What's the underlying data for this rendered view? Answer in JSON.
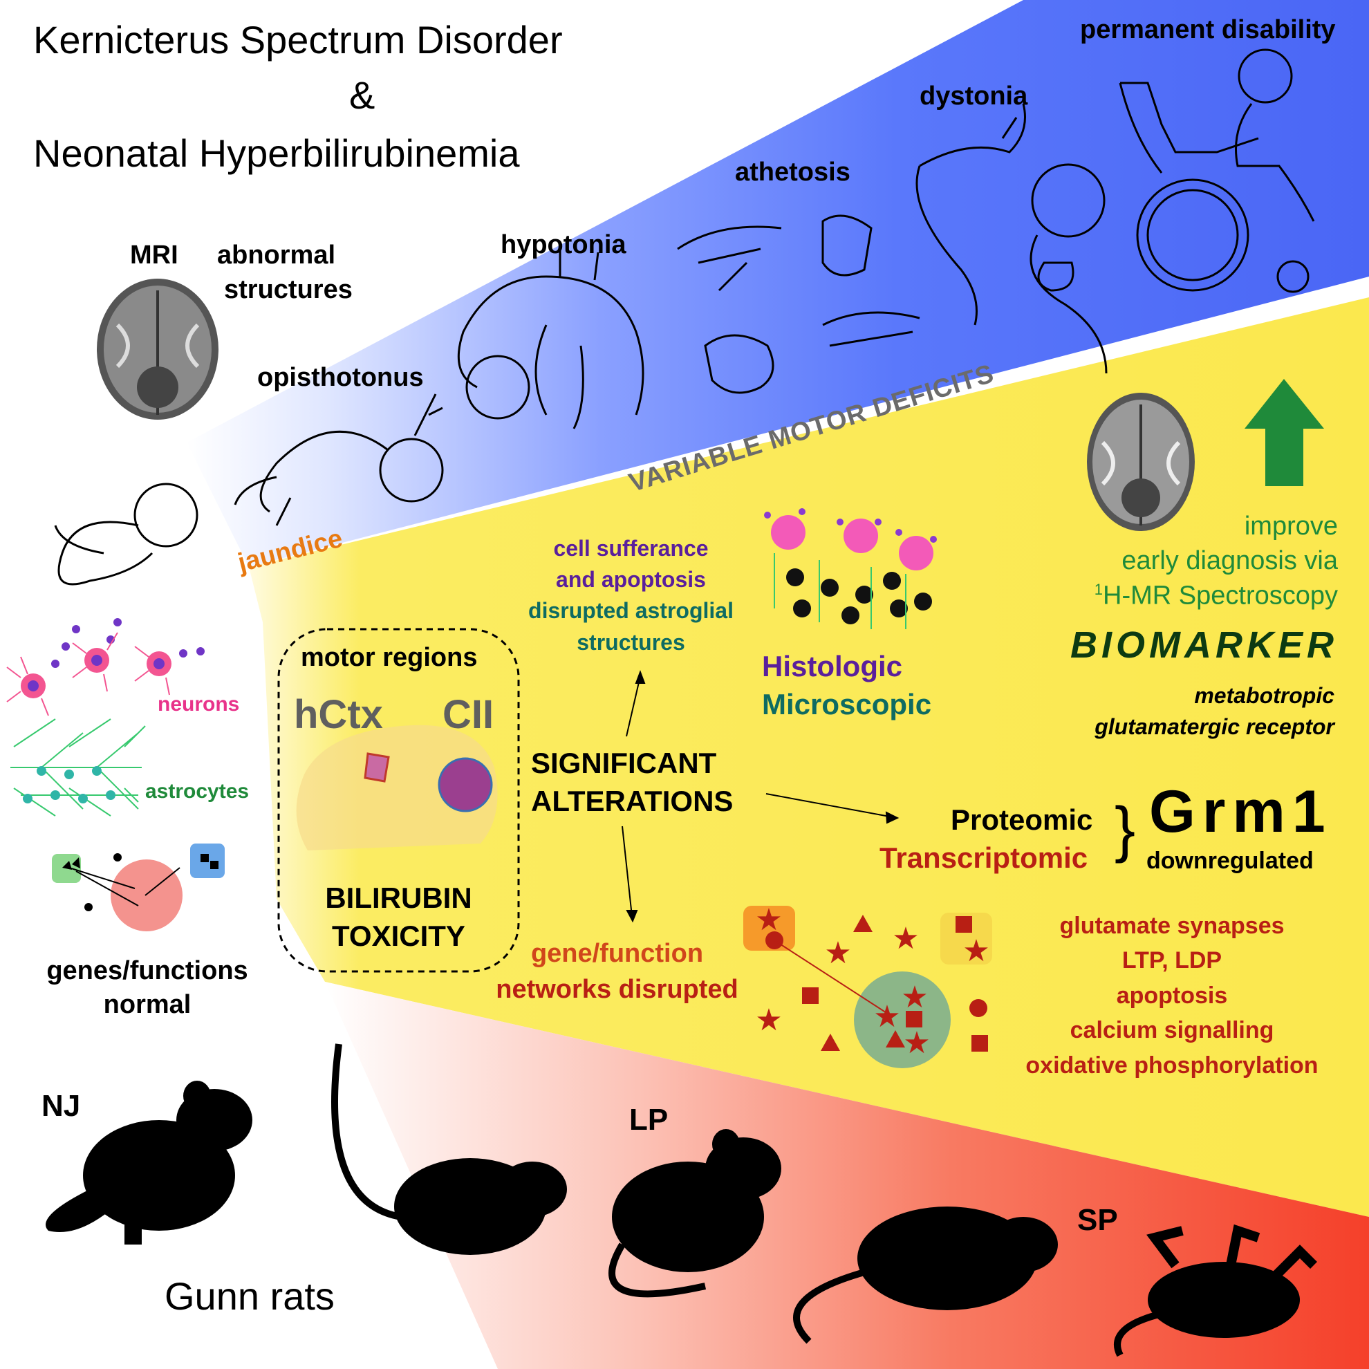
{
  "title": {
    "line1": "Kernicterus Spectrum Disorder",
    "line2": "&",
    "line3": "Neonatal Hyperbilirubinemia"
  },
  "motor": {
    "banner": "VARIABLE MOTOR DEFICITS",
    "stages": [
      "jaundice",
      "opisthotonus",
      "hypotonia",
      "athetosis",
      "dystonia",
      "permanent disability"
    ]
  },
  "mri": {
    "label": "MRI",
    "structures_line1": "abnormal",
    "structures_line2": "structures"
  },
  "normal_panel": {
    "neurons": "neurons",
    "astrocytes": "astrocytes",
    "genes_line1": "genes/functions",
    "genes_line2": "normal"
  },
  "center_box": {
    "heading": "motor regions",
    "region1": "hCtx",
    "region2": "CII",
    "footer_line1": "BILIRUBIN",
    "footer_line2": "TOXICITY"
  },
  "significant": {
    "line1": "SIGNIFICANT",
    "line2": "ALTERATIONS"
  },
  "histology": {
    "line1": "cell sufferance",
    "line2": "and apoptosis",
    "line3": "disrupted astroglial",
    "line4": "structures",
    "label1": "Histologic",
    "label2": "Microscopic"
  },
  "gene_networks": {
    "line1": "gene/function",
    "line2": "networks disrupted"
  },
  "omics": {
    "proteomic": "Proteomic",
    "transcriptomic": "Transcriptomic",
    "brace": "}",
    "gene": "Grm1",
    "status": "downregulated"
  },
  "pathways": [
    "glutamate synapses",
    "LTP, LDP",
    "apoptosis",
    "calcium signalling",
    "oxidative phosphorylation"
  ],
  "biomarker": {
    "line1": "improve",
    "line2": "early diagnosis via",
    "line3_sup": "1",
    "line3": "H-MR Spectroscopy",
    "title": "BIOMARKER",
    "desc1": "metabotropic",
    "desc2": "glutamatergic receptor"
  },
  "rats": {
    "nj": "NJ",
    "lp": "LP",
    "sp": "SP",
    "caption": "Gunn rats"
  },
  "colors": {
    "blue": "#4a6cf7",
    "yellow": "#fbe84e",
    "red": "#f5402a",
    "green": "#1f8a3a",
    "purple": "#5a1f9c",
    "teal": "#0e6b62",
    "darkred": "#b81f14",
    "orange": "#e87a12",
    "pink": "#e8338a"
  }
}
